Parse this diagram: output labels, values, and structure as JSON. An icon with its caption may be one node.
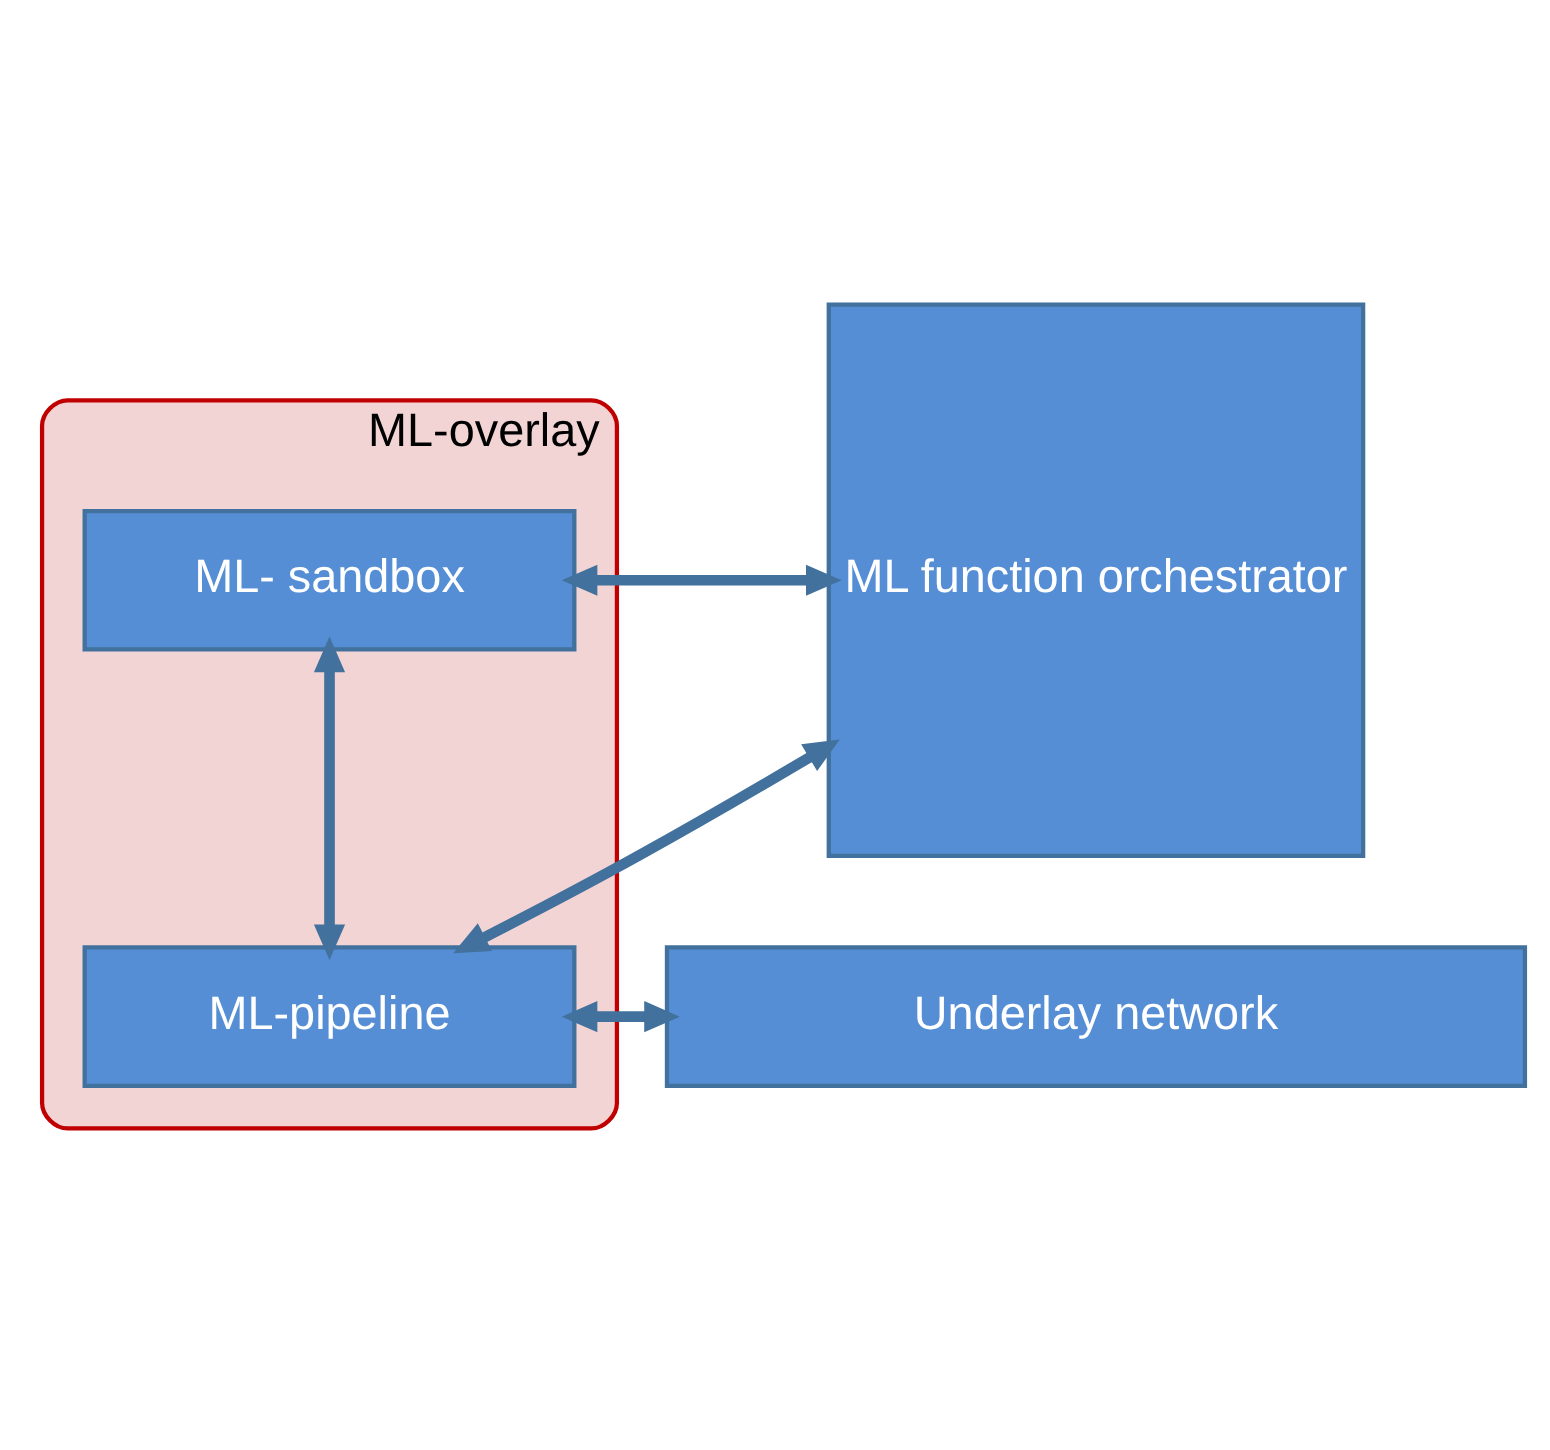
{
  "diagram": {
    "nodes": [
      {
        "text": [
          "ML function orchestrator"
        ]
      },
      {
        "text": [
          "ML-overlay"
        ]
      },
      {
        "text": [
          "ML- sandbox"
        ],
        "in": 1
      },
      {
        "text": [
          "ML-pipeline"
        ],
        "in": 1
      },
      {
        "text": [
          "Underlay network"
        ]
      }
    ],
    "edges": [
      {
        "from": 0,
        "to": 2,
        "arrow": "both"
      },
      {
        "from": 2,
        "to": 3,
        "arrow": "both"
      },
      {
        "from": 0,
        "to": 3,
        "arrow": "both"
      },
      {
        "from": 3,
        "to": 4,
        "arrow": "both"
      }
    ]
  }
}
